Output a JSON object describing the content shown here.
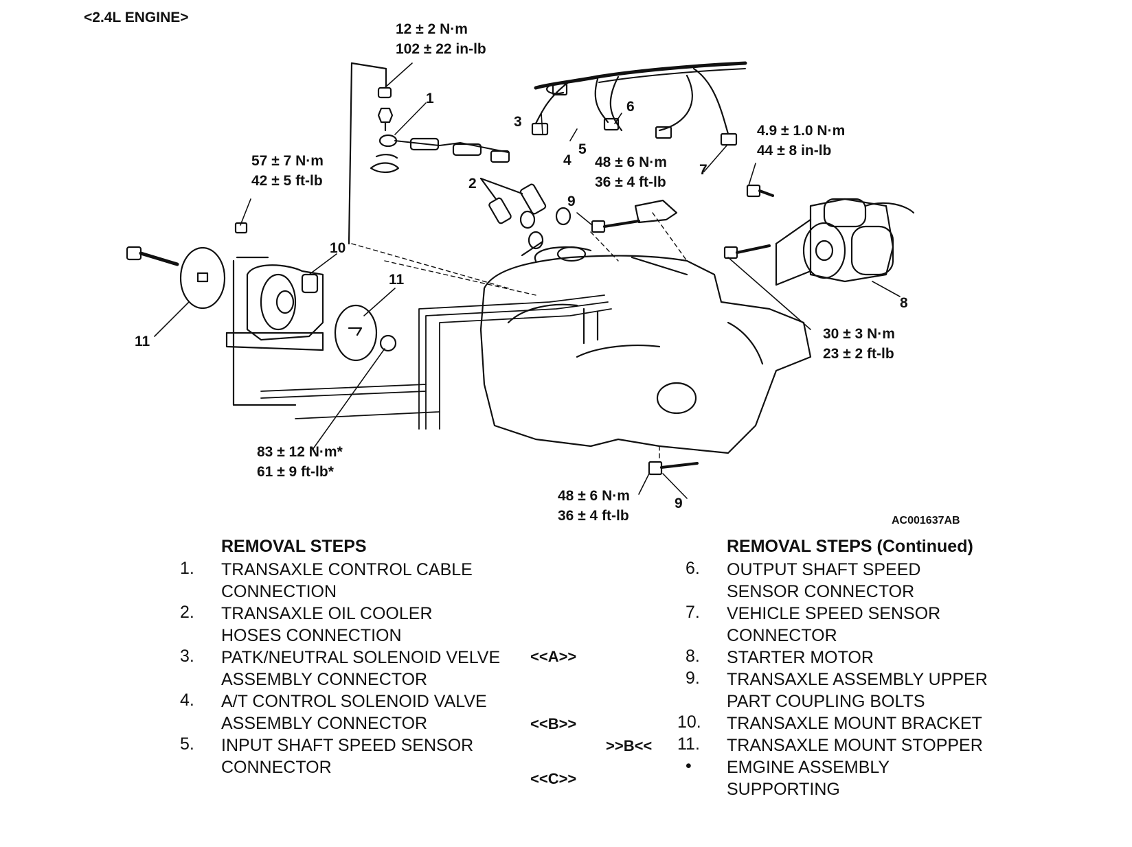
{
  "engine_label": "<2.4L ENGINE>",
  "figure_code": "AC001637AB",
  "torque_specs": [
    {
      "id": "t1",
      "metric": "12 ± 2 N·m",
      "imperial": "102 ± 22 in-lb"
    },
    {
      "id": "t2",
      "metric": "57 ± 7 N·m",
      "imperial": "42 ± 5 ft-lb"
    },
    {
      "id": "t3",
      "metric": "48 ± 6 N·m",
      "imperial": "36 ± 4 ft-lb"
    },
    {
      "id": "t4",
      "metric": "4.9 ± 1.0 N·m",
      "imperial": "44 ± 8 in-lb"
    },
    {
      "id": "t5",
      "metric": "30 ± 3 N·m",
      "imperial": "23 ± 2 ft-lb"
    },
    {
      "id": "t6",
      "metric": "83 ± 12 N·m*",
      "imperial": "61 ± 9 ft-lb*"
    },
    {
      "id": "t7",
      "metric": "48 ± 6 N·m",
      "imperial": "36 ± 4 ft-lb"
    }
  ],
  "callouts": [
    "1",
    "2",
    "3",
    "4",
    "5",
    "6",
    "7",
    "8",
    "9",
    "9",
    "10",
    "11",
    "11"
  ],
  "steps_left": {
    "heading": "REMOVAL STEPS",
    "items": [
      {
        "num": "1.",
        "text": "TRANSAXLE CONTROL CABLE CONNECTION"
      },
      {
        "num": "2.",
        "text": "TRANSAXLE OIL COOLER HOSES CONNECTION"
      },
      {
        "num": "3.",
        "text": "PATK/NEUTRAL SOLENOID VELVE ASSEMBLY CONNECTOR"
      },
      {
        "num": "4.",
        "text": "A/T CONTROL SOLENOID VALVE ASSEMBLY CONNECTOR"
      },
      {
        "num": "5.",
        "text": "INPUT SHAFT SPEED SENSOR CONNECTOR"
      }
    ]
  },
  "steps_right": {
    "heading": "REMOVAL STEPS (Continued)",
    "items": [
      {
        "num": "6.",
        "text": "OUTPUT SHAFT SPEED SENSOR CONNECTOR"
      },
      {
        "num": "7.",
        "text": "VEHICLE SPEED SENSOR CONNECTOR"
      },
      {
        "num": "8.",
        "text": "STARTER MOTOR"
      },
      {
        "num": "9.",
        "text": "TRANSAXLE ASSEMBLY UPPER PART COUPLING BOLTS"
      },
      {
        "num": "10.",
        "text": "TRANSAXLE MOUNT BRACKET"
      },
      {
        "num": "11.",
        "text": "TRANSAXLE MOUNT STOPPER"
      },
      {
        "num": "•",
        "text": "EMGINE ASSEMBLY SUPPORTING"
      }
    ]
  },
  "markers": [
    "<<A>>",
    "<<B>>",
    ">>B<<",
    "<<C>>"
  ]
}
